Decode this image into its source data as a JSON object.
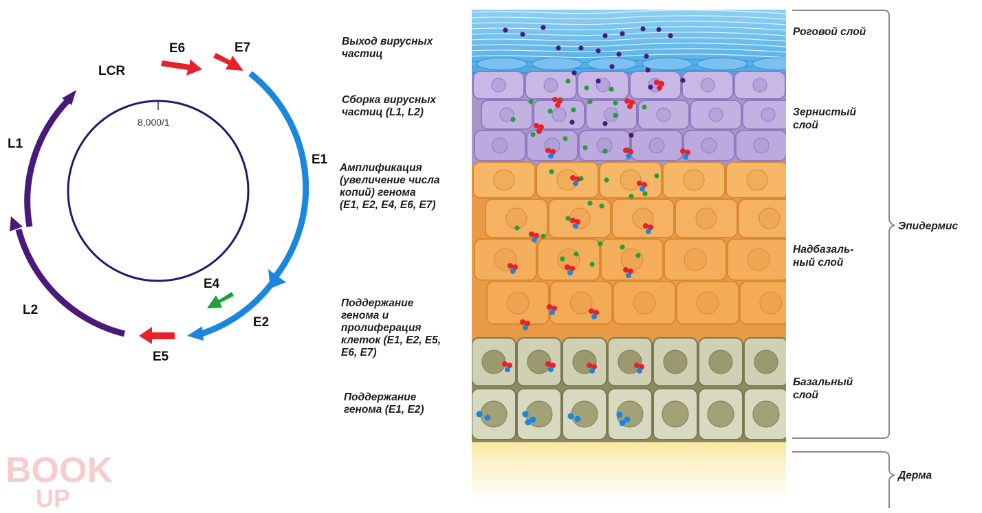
{
  "genome_map": {
    "coordinate_label": "8,000/1",
    "genes": [
      {
        "name": "LCR",
        "color": "#111111"
      },
      {
        "name": "E6",
        "color": "#e8202a"
      },
      {
        "name": "E7",
        "color": "#e8202a"
      },
      {
        "name": "E1",
        "color": "#1a86e0"
      },
      {
        "name": "E4",
        "color": "#1ea03a"
      },
      {
        "name": "E2",
        "color": "#1a86e0"
      },
      {
        "name": "E5",
        "color": "#e8202a"
      },
      {
        "name": "L2",
        "color": "#4a1a7a"
      },
      {
        "name": "L1",
        "color": "#4a1a7a"
      }
    ]
  },
  "stages": [
    {
      "lines": [
        "Выход вирусных",
        "частиц"
      ]
    },
    {
      "lines": [
        "Сборка вирусных",
        "частиц (L1, L2)"
      ]
    },
    {
      "lines": [
        "Амплификация",
        "(увеличение числа",
        "копий) генома",
        "(E1, E2, E4, E6, E7)"
      ]
    },
    {
      "lines": [
        "Поддержание",
        "генома и",
        "пролиферация",
        "клеток (E1, E2, E5,",
        "E6, E7)"
      ]
    },
    {
      "lines": [
        "Поддержание",
        "генома  (E1, E2)"
      ]
    }
  ],
  "layers": [
    {
      "lines": [
        "Роговой слой"
      ],
      "color": "#5cb4ea"
    },
    {
      "lines": [
        "Зернистый",
        "слой"
      ],
      "color": "#c7b6e3"
    },
    {
      "lines": [
        "Надбазаль-",
        "ный слой"
      ],
      "color": "#f2ad5c"
    },
    {
      "lines": [
        "Базальный",
        "слой"
      ],
      "color": "#9fa07a"
    }
  ],
  "groups": {
    "epidermis": "Эпидермис",
    "dermis": "Дерма"
  },
  "particle_colors": {
    "virion": "#4a1a7a",
    "protein": "#1ea03a",
    "genome_red": "#e8202a",
    "genome_blue": "#1a86e0"
  },
  "watermark": {
    "top": "BOOK",
    "bottom": "UP"
  }
}
